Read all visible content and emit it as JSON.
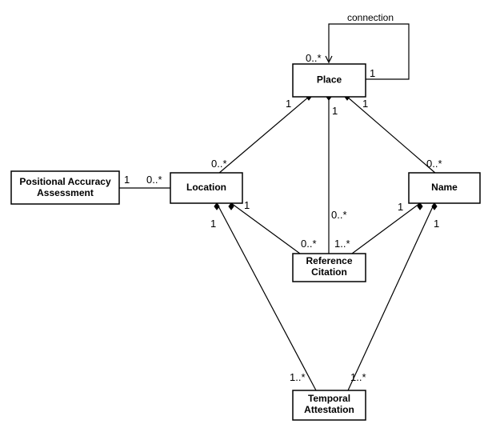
{
  "entities": {
    "place": {
      "line1": "Place"
    },
    "location": {
      "line1": "Location"
    },
    "name": {
      "line1": "Name"
    },
    "positional_accuracy": {
      "line1": "Positional Accuracy",
      "line2": "Assessment"
    },
    "reference_citation": {
      "line1": "Reference",
      "line2": "Citation"
    },
    "temporal_attestation": {
      "line1": "Temporal",
      "line2": "Attestation"
    }
  },
  "associations": {
    "connection": {
      "label": "connection",
      "source_mult": "1",
      "target_mult": "0..*"
    },
    "place_location": {
      "place_mult": "1",
      "location_mult": "0..*"
    },
    "place_name": {
      "place_mult": "1",
      "name_mult": "0..*"
    },
    "place_citation": {
      "place_mult": "1",
      "citation_mult": "0..*"
    },
    "accuracy_location": {
      "accuracy_mult": "1",
      "location_mult": "0..*"
    },
    "location_citation": {
      "location_mult": "1",
      "citation_mult": "0..*"
    },
    "name_citation": {
      "name_mult": "1",
      "citation_mult": "1..*"
    },
    "location_temporal": {
      "location_mult": "1",
      "temporal_mult": "1..*"
    },
    "name_temporal": {
      "name_mult": "1",
      "temporal_mult": "1..*"
    }
  }
}
